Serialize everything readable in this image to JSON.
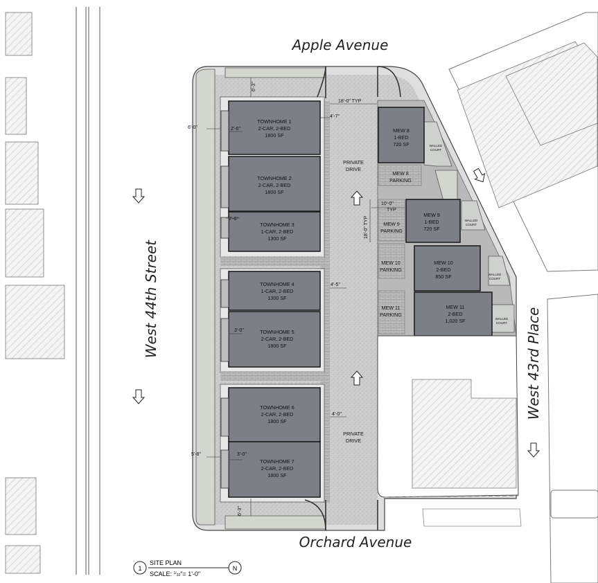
{
  "streets": {
    "apple": "Apple Avenue",
    "orchard": "Orchard Avenue",
    "west44": "West 44th Street",
    "west43": "West 43rd Place"
  },
  "townhomes": [
    {
      "name": "TOWNHOME 1",
      "type": "2-CAR, 2-BED",
      "area": "1800 SF"
    },
    {
      "name": "TOWNHOME 2",
      "type": "2-CAR, 2-BED",
      "area": "1800 SF"
    },
    {
      "name": "TOWNHOME 3",
      "type": "1-CAR, 2-BED",
      "area": "1300 SF"
    },
    {
      "name": "TOWNHOME 4",
      "type": "1-CAR, 2-BED",
      "area": "1300 SF"
    },
    {
      "name": "TOWNHOME 5",
      "type": "2-CAR, 2-BED",
      "area": "1800 SF"
    },
    {
      "name": "TOWNHOME 6",
      "type": "2-CAR, 2-BED",
      "area": "1800 SF"
    },
    {
      "name": "TOWNHOME 7",
      "type": "2-CAR, 2-BED",
      "area": "1800 SF"
    }
  ],
  "mews": [
    {
      "name": "MEW 8",
      "type": "1-BED",
      "area": "720 SF"
    },
    {
      "name": "MEW 9",
      "type": "1-BED",
      "area": "720 SF"
    },
    {
      "name": "MEW 10",
      "type": "2-BED",
      "area": "850 SF"
    },
    {
      "name": "MEW 11",
      "type": "2-BED",
      "area": "1,020 SF"
    }
  ],
  "parking": {
    "mew8": [
      "MEW 8",
      "PARKING"
    ],
    "mew9": [
      "MEW 9",
      "PARKING"
    ],
    "mew10": [
      "MEW 10",
      "PARKING"
    ],
    "mew11": [
      "MEW 11",
      "PARKING"
    ]
  },
  "walled_court": [
    "WALLED",
    "COURT"
  ],
  "private_drive": [
    "PRIVATE",
    "DRIVE"
  ],
  "dimensions": {
    "d1": "6'-3\"",
    "d2": "6'-0\"",
    "d3": "2'-6\"",
    "d4": "18'-0\" TYP",
    "d5": "4'-7\"",
    "d6": "2'-6\"",
    "d7": "10'-0\"",
    "d7b": "TYP",
    "d8": "18'-0\" TYP",
    "d9": "4'-5\"",
    "d10": "3'-0\"",
    "d11": "4'-0\"",
    "d12": "5'-8\"",
    "d13": "3'-0\"",
    "d14": "6'-3\""
  },
  "title_block": {
    "number": "1",
    "title": "SITE PLAN",
    "scale_prefix": "SCALE: ",
    "scale_num": "1",
    "scale_den": "32",
    "scale_suffix": "\"= 1'-0\"",
    "north": "N"
  }
}
